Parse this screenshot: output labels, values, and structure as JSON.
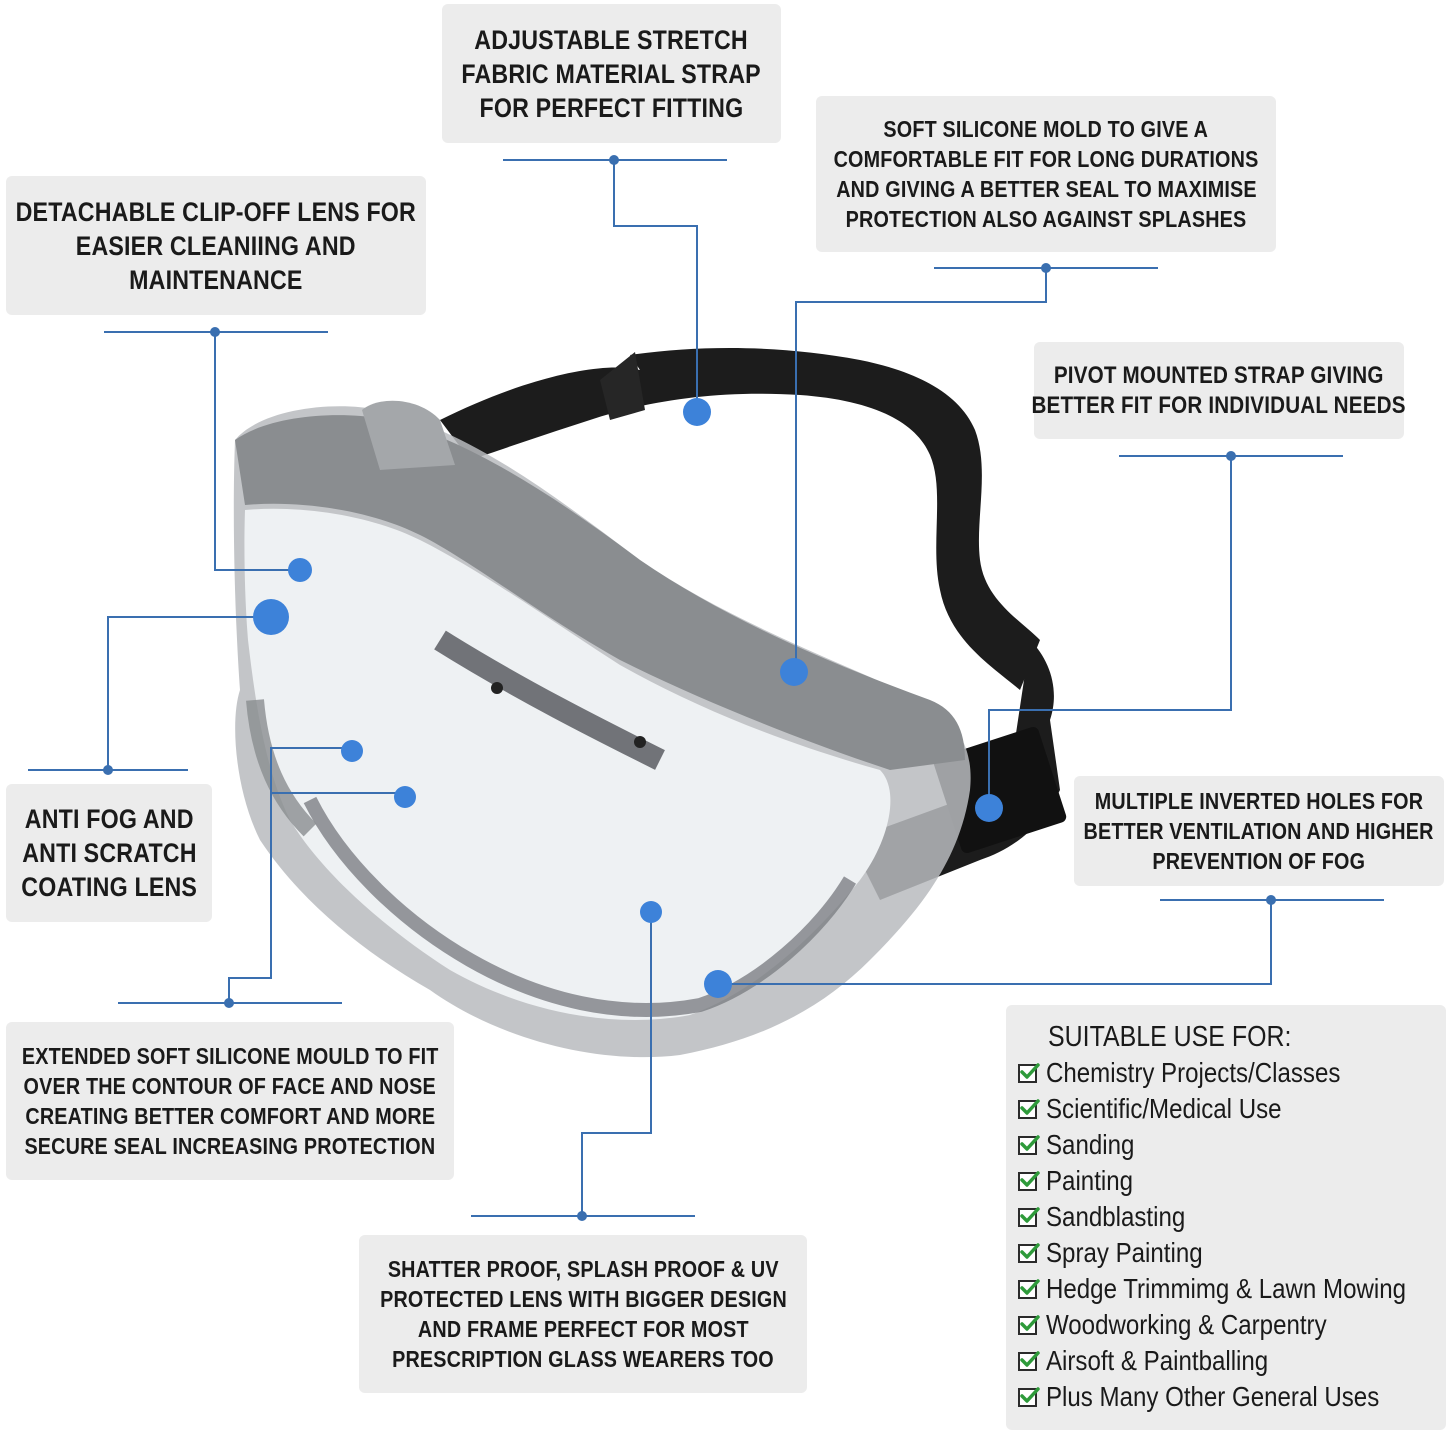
{
  "callouts": {
    "strap": [
      "ADJUSTABLE STRETCH",
      "FABRIC MATERIAL STRAP",
      "FOR PERFECT FITTING"
    ],
    "lens_clip": [
      "DETACHABLE CLIP-OFF LENS FOR",
      "EASIER CLEANIING AND",
      "MAINTENANCE"
    ],
    "silicone_mold": [
      "SOFT SILICONE MOLD TO GIVE A",
      "COMFORTABLE FIT FOR LONG DURATIONS",
      "AND GIVING A BETTER SEAL TO MAXIMISE",
      "PROTECTION ALSO AGAINST SPLASHES"
    ],
    "pivot_strap": [
      "PIVOT MOUNTED STRAP GIVING",
      "BETTER FIT FOR INDIVIDUAL NEEDS"
    ],
    "anti_fog": [
      "ANTI FOG AND",
      "ANTI SCRATCH",
      "COATING LENS"
    ],
    "vent_holes": [
      "MULTIPLE INVERTED HOLES FOR",
      "BETTER VENTILATION AND HIGHER",
      "PREVENTION OF FOG"
    ],
    "extended_mould": [
      "EXTENDED SOFT SILICONE MOULD TO FIT",
      "OVER THE CONTOUR OF FACE AND NOSE",
      "CREATING BETTER COMFORT AND MORE",
      "SECURE SEAL INCREASING PROTECTION"
    ],
    "shatter_proof": [
      "SHATTER PROOF, SPLASH PROOF & UV",
      "PROTECTED LENS WITH BIGGER DESIGN",
      "AND FRAME PERFECT FOR MOST",
      "PRESCRIPTION GLASS WEARERS TOO"
    ]
  },
  "suitable_uses": {
    "title": "SUITABLE USE FOR:",
    "items": [
      "Chemistry Projects/Classes",
      "Scientific/Medical Use",
      "Sanding",
      "Painting",
      "Sandblasting",
      "Spray Painting",
      "Hedge Trimmimg & Lawn Mowing",
      "Woodworking & Carpentry",
      "Airsoft & Paintballing",
      "Plus Many Other General Uses"
    ]
  },
  "colors": {
    "callout_bg": "#ececec",
    "leader_line": "#3a6fb0",
    "marker_dot": "#3d82d9",
    "check_mark": "#2e9a3a",
    "strap": "#1c1c1c",
    "frame_gray": "#8a8d90"
  }
}
